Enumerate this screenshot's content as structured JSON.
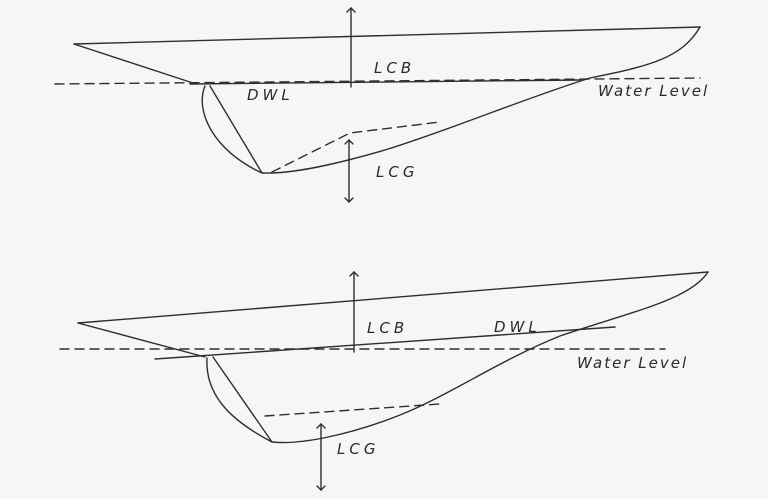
{
  "diagram": {
    "ink_color": "#2e2e2e",
    "paper_color": "#f6f6f4",
    "top_figure": {
      "lcb_label": "LCB",
      "dwl_label": "DWL",
      "water_level_label": "Water Level",
      "lcg_label": "LCG"
    },
    "bottom_figure": {
      "lcb_label": "LCB",
      "dwl_label": "DWL",
      "water_level_label": "Water Level",
      "lcg_label": "LCG"
    }
  }
}
